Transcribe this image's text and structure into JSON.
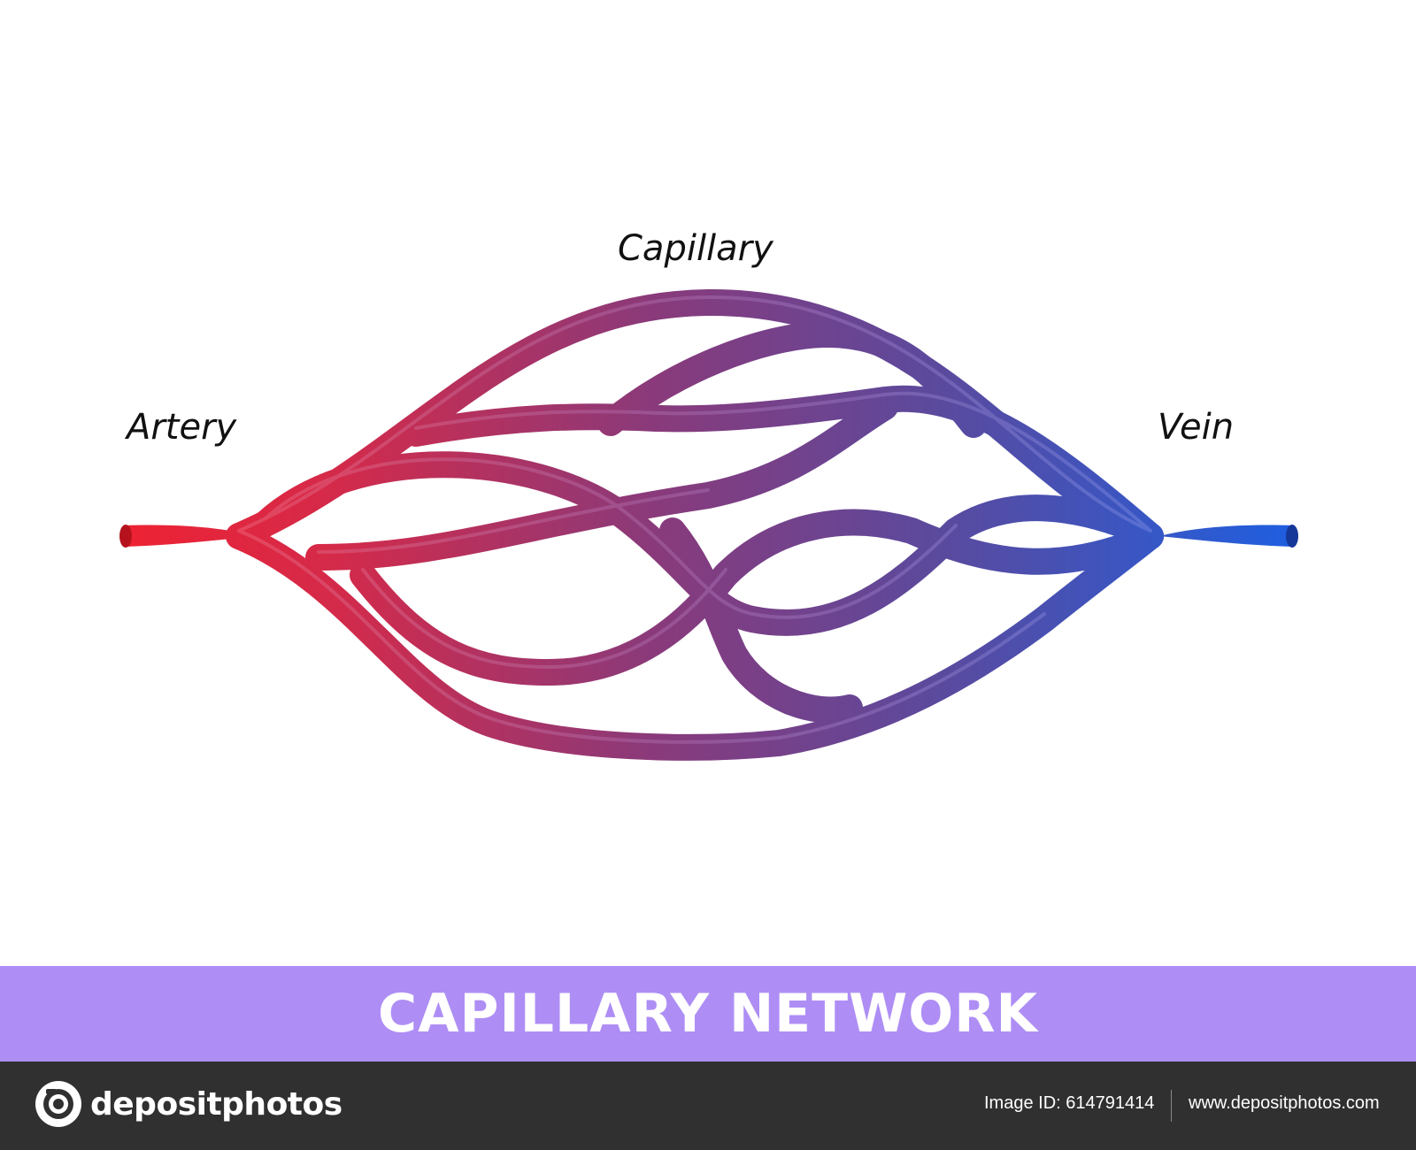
{
  "diagram": {
    "labels": {
      "capillary": "Capillary",
      "artery": "Artery",
      "vein": "Vein"
    },
    "colors": {
      "arterial": "#e8293a",
      "mid": "#7a3f8e",
      "venous": "#2f5fd8"
    }
  },
  "banner": {
    "title": "CAPILLARY NETWORK",
    "color": "#ae8ef5"
  },
  "footer": {
    "brand": "depositphotos",
    "image_id": "Image ID: 614791414",
    "url": "www.depositphotos.com"
  }
}
